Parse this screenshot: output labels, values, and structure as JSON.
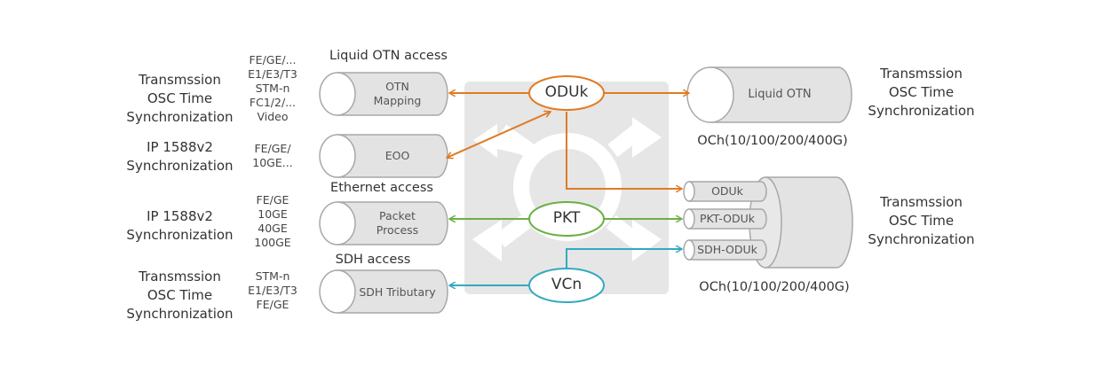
{
  "colors": {
    "oduk": "#e07b24",
    "pkt": "#6ab045",
    "vcn": "#35a9c0",
    "cylinder_fill": "#e3e3e3",
    "cylinder_stroke": "#a8a8a8",
    "switch_bg": "#e6e6e6"
  },
  "left": {
    "sync_labels": [
      "Transmssion\nOSC Time\nSynchronization",
      "IP 1588v2\nSynchronization",
      "IP 1588v2\nSynchronization",
      "Transmssion\nOSC Time\nSynchronization"
    ],
    "interfaces": [
      "FE/GE/...\nE1/E3/T3\nSTM-n\nFC1/2/...\nVideo",
      "FE/GE/\n10GE...",
      "FE/GE\n10GE\n40GE\n100GE",
      "STM-n\nE1/E3/T3\nFE/GE"
    ],
    "sections": [
      "Liquid OTN access",
      "Ethernet access",
      "SDH access"
    ],
    "cylinders": [
      "OTN\nMapping",
      "EOO",
      "Packet\nProcess",
      "SDH Tributary"
    ]
  },
  "center": {
    "nodes": [
      "ODUk",
      "PKT",
      "VCn"
    ]
  },
  "right": {
    "top_cylinder": "Liquid OTN",
    "top_och": "OCh(10/100/200/400G)",
    "sub_cylinders": [
      "ODUk",
      "PKT-ODUk",
      "SDH-ODUk"
    ],
    "bottom_och": "OCh(10/100/200/400G)",
    "sync_labels": [
      "Transmssion\nOSC Time\nSynchronization",
      "Transmssion\nOSC Time\nSynchronization"
    ]
  }
}
